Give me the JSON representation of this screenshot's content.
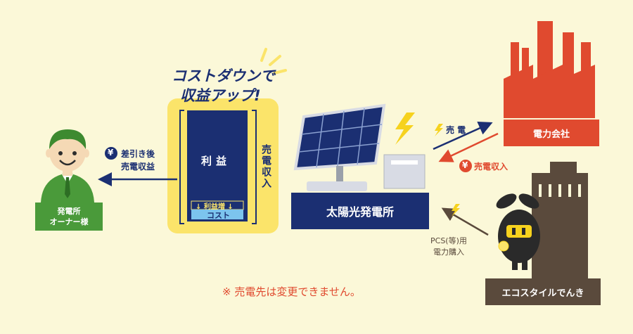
{
  "banner": {
    "line1": "コストダウンで",
    "line2": "収益アップ!"
  },
  "revenue_box": {
    "profit": "利益",
    "profit_increase": "↓ 利益増 ↓",
    "cost": "コスト",
    "side_label": "売電収入"
  },
  "owner": {
    "line1": "発電所",
    "line2": "オーナー様",
    "arrow_line1": "差引き後",
    "arrow_line2": "売電収益",
    "yen": "¥"
  },
  "plant": {
    "label": "太陽光発電所"
  },
  "utility": {
    "label": "電力会社",
    "sell_label": "売 電",
    "revenue_label": "売電収入",
    "yen": "¥"
  },
  "eco": {
    "label": "エコスタイルでんき",
    "purchase_line1": "PCS(等)用",
    "purchase_line2": "電力購入"
  },
  "footnote": "※ 売電先は変更できません。",
  "colors": {
    "navy": "#1b2f72",
    "green": "#4a9a3a",
    "red": "#e04a2f",
    "yellow": "#fbe46a",
    "brown": "#5a4a3c",
    "background": "#fbf8d8"
  }
}
